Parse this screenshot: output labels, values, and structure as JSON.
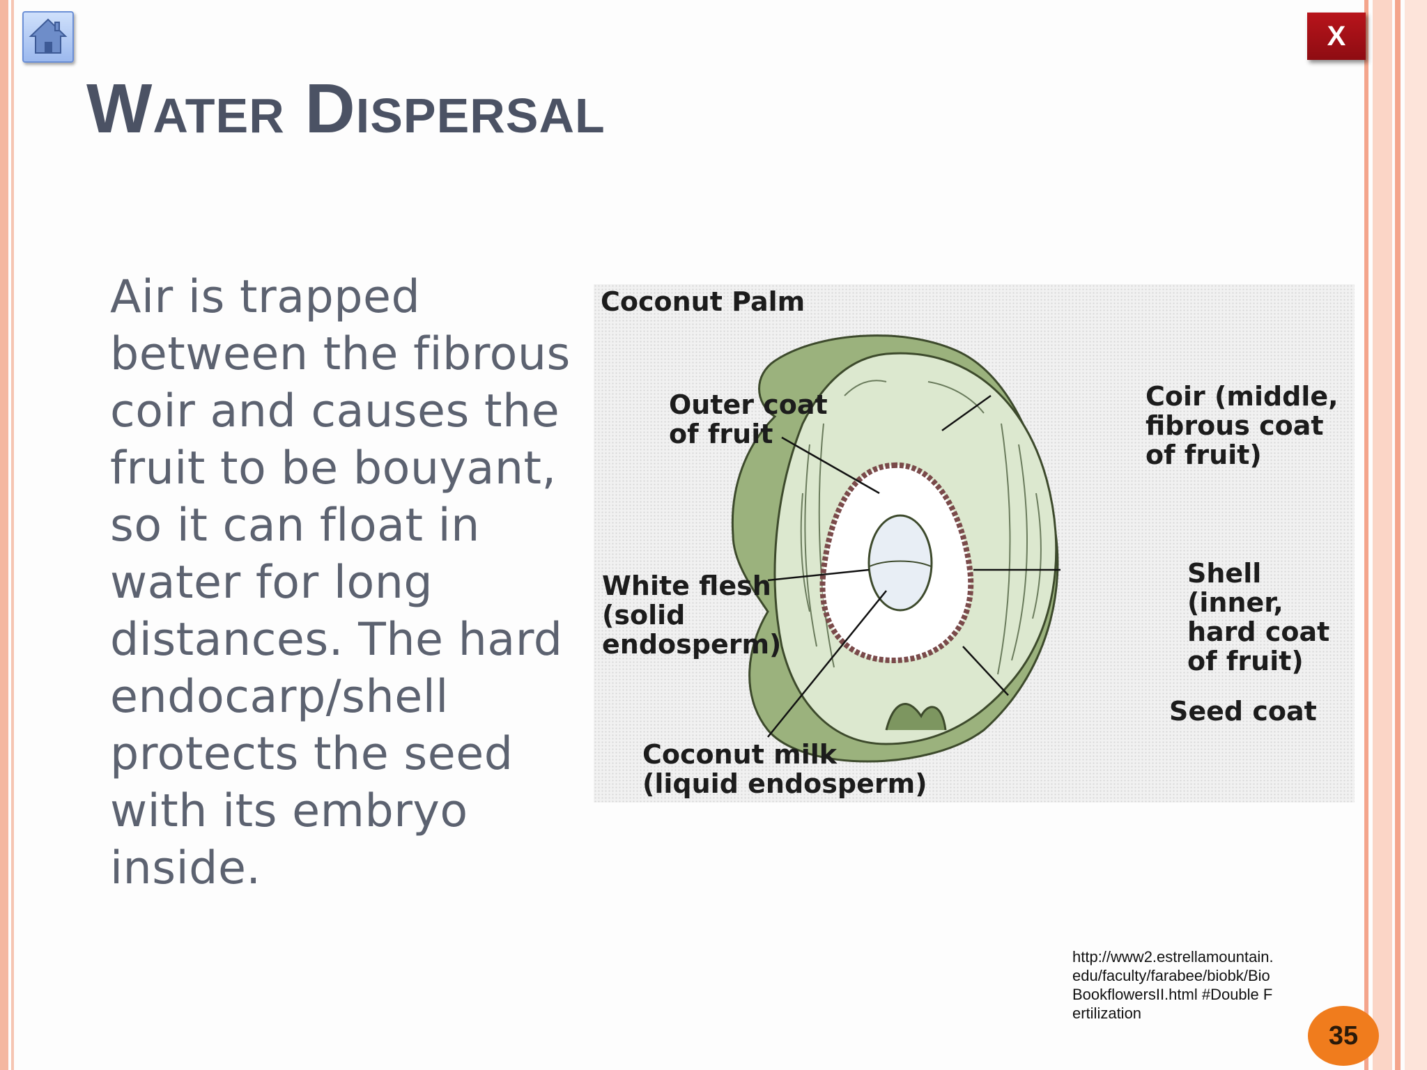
{
  "nav": {
    "home_icon": "home-icon",
    "close_label": "X"
  },
  "slide": {
    "title": "Water Dispersal",
    "body": "Air is trapped between the fibrous coir and causes the fruit to be bouyant, so it can float in water for long distances. The  hard endocarp/shell protects the seed with its embryo inside.",
    "page_number": "35",
    "source_url": "http://www2.estrellamountain.edu/faculty/farabee/biobk/BioBookflowersII.html #Double Fertilization"
  },
  "diagram": {
    "heading": "Coconut Palm",
    "labels": {
      "outer_coat": "Outer coat\nof fruit",
      "coir": "Coir (middle,\nfibrous coat\nof fruit)",
      "white_flesh": "White flesh\n(solid\nendosperm)",
      "shell": "Shell (inner,\nhard coat\nof fruit)",
      "seed_coat": "Seed coat",
      "coconut_milk": "Coconut milk\n(liquid endosperm)"
    },
    "colors": {
      "husk": "#9bb27d",
      "husk_dark": "#7d9660",
      "coir": "#dce8cf",
      "flesh": "#ffffff"
    }
  }
}
